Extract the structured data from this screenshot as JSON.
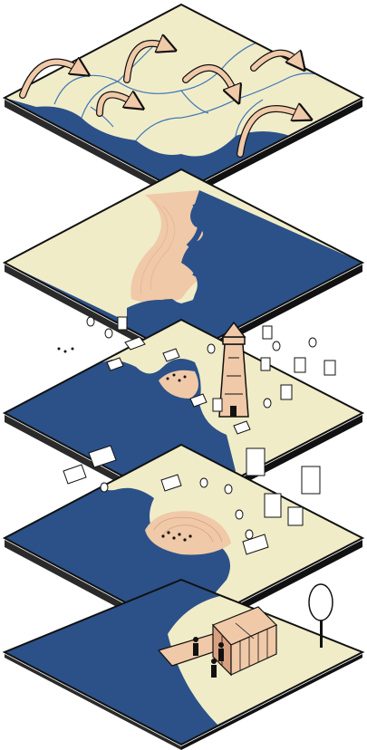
{
  "diagram": {
    "kind": "exploded-isometric-layer-stack",
    "colors": {
      "land": "#f1ecc8",
      "water": "#2b5188",
      "river": "#3d78b8",
      "accent": "#f0c9a8",
      "accent_dark": "#d9a07f",
      "outline": "#111111",
      "building": "#ffffff"
    },
    "layers": [
      {
        "id": "watershed",
        "icons": [
          "flow-arrow-icon",
          "river-icon"
        ]
      },
      {
        "id": "riverbank-zone",
        "icons": [
          "contour-ring-icon",
          "river-icon"
        ]
      },
      {
        "id": "coastal-network",
        "icons": [
          "lighthouse-icon",
          "pavilion-icon",
          "building-icon",
          "tree-icon",
          "crowd-icon"
        ]
      },
      {
        "id": "bay-site",
        "icons": [
          "pavilion-icon",
          "building-icon",
          "tree-icon",
          "gathering-area-icon"
        ]
      },
      {
        "id": "pavilion-detail",
        "icons": [
          "pavilion-icon",
          "person-icon",
          "tree-icon",
          "deck-icon"
        ]
      }
    ]
  }
}
